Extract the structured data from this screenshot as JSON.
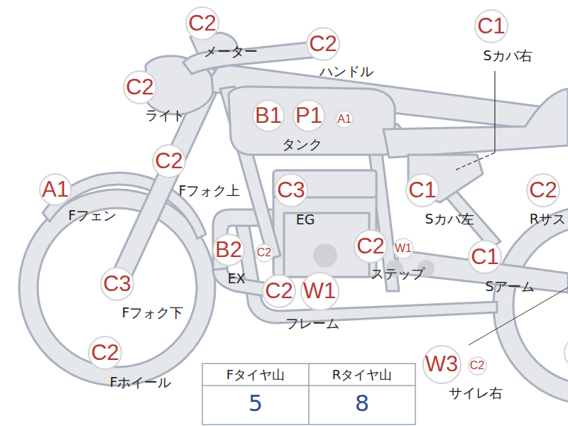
{
  "diagram": {
    "nodes": [
      {
        "text": [
          "C2"
        ]
      },
      {
        "text": [
          "C2"
        ]
      },
      {
        "text": [
          "C1"
        ]
      },
      {
        "text": [
          "C2"
        ]
      },
      {
        "text": [
          "B1"
        ]
      },
      {
        "text": [
          "P1"
        ]
      },
      {
        "text": [
          "A1"
        ]
      },
      {
        "text": [
          "C2"
        ]
      },
      {
        "text": [
          "A1"
        ]
      },
      {
        "text": [
          "C3"
        ]
      },
      {
        "text": [
          "C1"
        ]
      },
      {
        "text": [
          "C2"
        ]
      },
      {
        "text": [
          "B2"
        ]
      },
      {
        "text": [
          "C2"
        ]
      },
      {
        "text": [
          "C2"
        ]
      },
      {
        "text": [
          "W1"
        ]
      },
      {
        "text": [
          "C1"
        ]
      },
      {
        "text": [
          "C3"
        ]
      },
      {
        "text": [
          "C2"
        ]
      },
      {
        "text": [
          "W1"
        ]
      },
      {
        "text": [
          "C2"
        ]
      },
      {
        "text": [
          "W3"
        ]
      },
      {
        "text": [
          "C2"
        ]
      }
    ],
    "labels": [
      "メーター",
      "ハンドル",
      "Sカバ右",
      "ライト",
      "タンク",
      "Fフォク上",
      "Fフェン",
      "EG",
      "Sカバ左",
      "Rサス",
      "EX",
      "ステップ",
      "Sアーム",
      "Fフォク下",
      "フレーム",
      "Fホイール",
      "サイレ右",
      "Fタイヤ山",
      "Rタイヤ山",
      "5",
      "8"
    ]
  }
}
